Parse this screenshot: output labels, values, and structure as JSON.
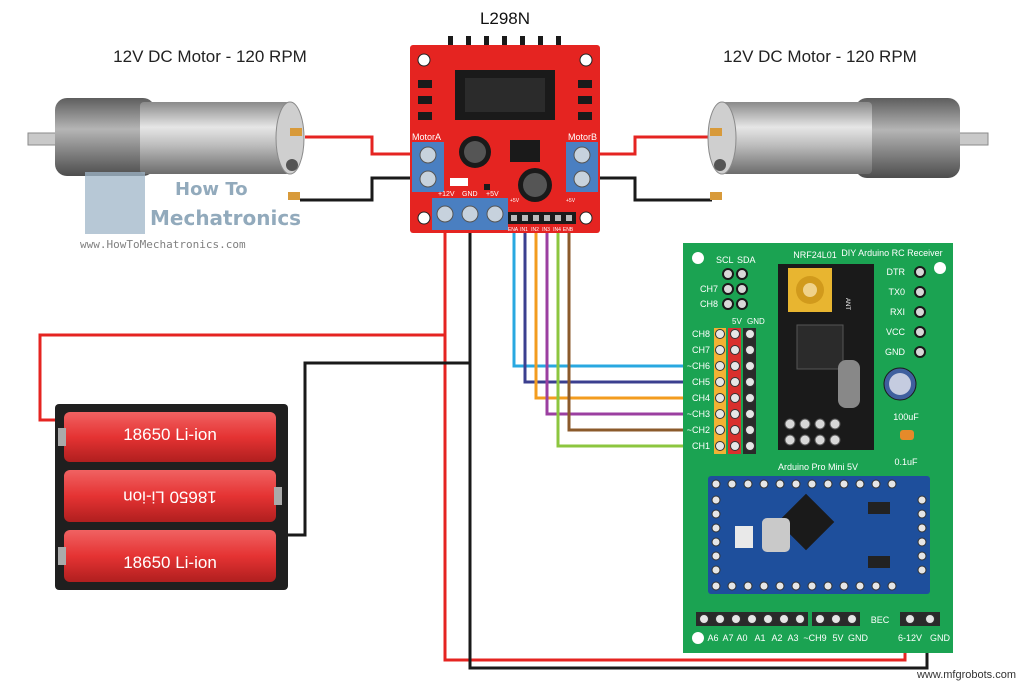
{
  "motor_left": {
    "title": "12V DC Motor - 120 RPM"
  },
  "motor_right": {
    "title": "12V DC Motor - 120 RPM"
  },
  "driver": {
    "title": "L298N",
    "motor_a": "MotorA",
    "motor_b": "MotorB",
    "pin_12v": "+12V",
    "pin_gnd": "GND",
    "pin_5v": "+5V",
    "header_5v_left": "+5V",
    "header_5v_right": "+5V",
    "control_pins": [
      "ENA",
      "IN1",
      "IN2",
      "IN3",
      "IN4",
      "ENB"
    ]
  },
  "watermark": {
    "line1": "How To",
    "line2": "Mechatronics",
    "url": "www.HowToMechatronics.com"
  },
  "battery": {
    "cells": [
      "18650 Li-ion",
      "18650 Li-ion",
      "18650 Li-ion"
    ]
  },
  "receiver": {
    "title": "DIY Arduino RC Receiver",
    "nrf_label": "NRF24L01",
    "ant_label": "ANT",
    "i2c": [
      "SCL",
      "SDA"
    ],
    "aux_channels": [
      "CH7",
      "CH8"
    ],
    "header_labels": [
      "5V",
      "GND"
    ],
    "channels": [
      "CH8",
      "CH7",
      "~CH6",
      "CH5",
      "CH4",
      "~CH3",
      "~CH2",
      "CH1"
    ],
    "serial_pins": [
      "DTR",
      "TX0",
      "RXI",
      "VCC",
      "GND"
    ],
    "cap_big": "100uF",
    "cap_small": "0.1uF",
    "pro_mini": "Arduino Pro Mini 5V",
    "bottom_pins": [
      "A6",
      "A7",
      "A0",
      "A1",
      "A2",
      "A3",
      "~CH9",
      "5V",
      "GND"
    ],
    "bec": "BEC",
    "power_pins": [
      "6-12V",
      "GND"
    ]
  },
  "credit": "www.mfgrobots.com",
  "wire_colors": {
    "red": "#e52421",
    "black": "#1a1a1a",
    "ena": "#29a8e0",
    "in1": "#3b3f8f",
    "in2": "#f39c1f",
    "in3": "#9b3fa0",
    "in4": "#8b5a2b",
    "enb": "#8cc63f"
  }
}
